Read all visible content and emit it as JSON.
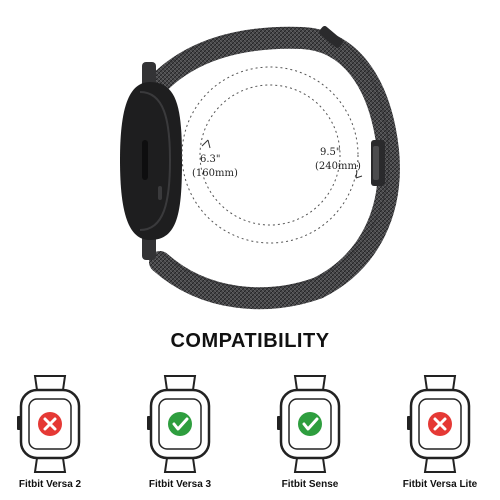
{
  "band": {
    "small_size": "6.3\"",
    "small_size_mm": "(160mm)",
    "large_size": "9.5\"",
    "large_size_mm": "(240mm)",
    "band_color": "#3c3c3e",
    "watch_color": "#1c1c1c"
  },
  "compatibility": {
    "title": "COMPATIBILITY",
    "items": [
      {
        "label": "Fitbit Versa 2",
        "status": "incompatible",
        "icon": "x-icon",
        "color": "#e53935"
      },
      {
        "label": "Fitbit Versa 3",
        "status": "compatible",
        "icon": "check-icon",
        "color": "#2e9e3e"
      },
      {
        "label": "Fitbit Sense",
        "status": "compatible",
        "icon": "check-icon",
        "color": "#2e9e3e"
      },
      {
        "label": "Fitbit Versa Lite",
        "status": "incompatible",
        "icon": "x-icon",
        "color": "#e53935"
      }
    ]
  }
}
